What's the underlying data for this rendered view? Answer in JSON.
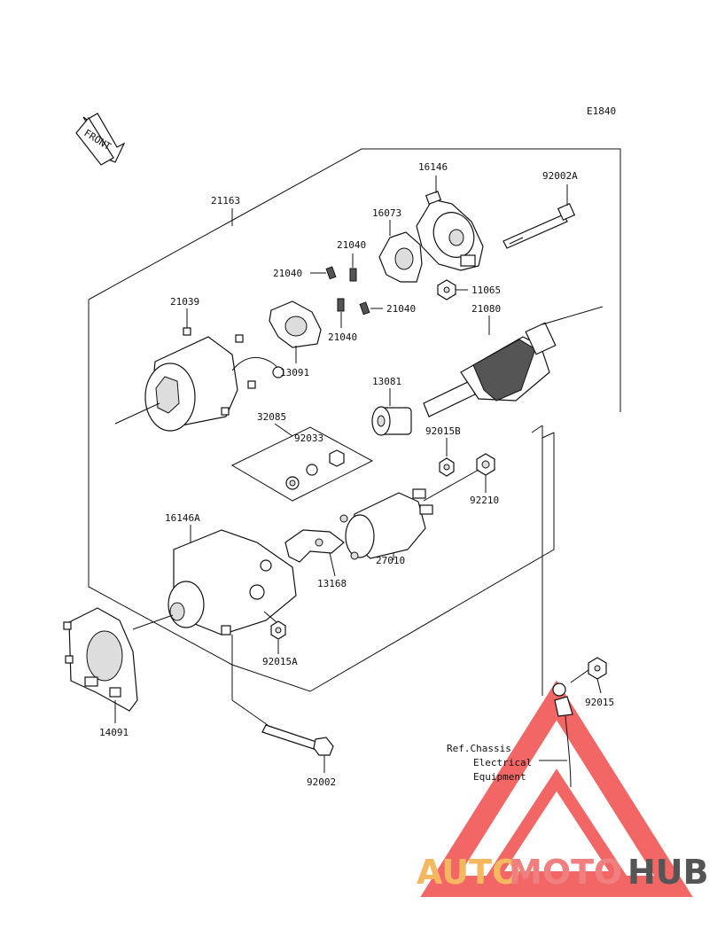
{
  "diagram_code": "E1840",
  "front_label": "FRONT",
  "parts": {
    "p16146": "16146",
    "p92002A": "92002A",
    "p21163": "21163",
    "p16073": "16073",
    "p21040a": "21040",
    "p21040b": "21040",
    "p21040c": "21040",
    "p21040d": "21040",
    "p11065": "11065",
    "p21039": "21039",
    "p21080": "21080",
    "p13091": "13091",
    "p13081": "13081",
    "p32085": "32085",
    "p92033": "92033",
    "p92015B": "92015B",
    "p92210": "92210",
    "p16146A": "16146A",
    "p27010": "27010",
    "p13168": "13168",
    "p92015A": "92015A",
    "p92015": "92015",
    "p14091": "14091",
    "p92002": "92002"
  },
  "reference": {
    "line1": "Ref.Chassis",
    "line2": "Electrical",
    "line3": "Equipment"
  },
  "watermark": {
    "part1": "AUTO",
    "part2": "MOTO",
    "part3": "HUB",
    "colors": {
      "auto": "#f4b860",
      "moto": "#f08080",
      "hub": "#555555",
      "triangle": "#ee3333"
    }
  }
}
